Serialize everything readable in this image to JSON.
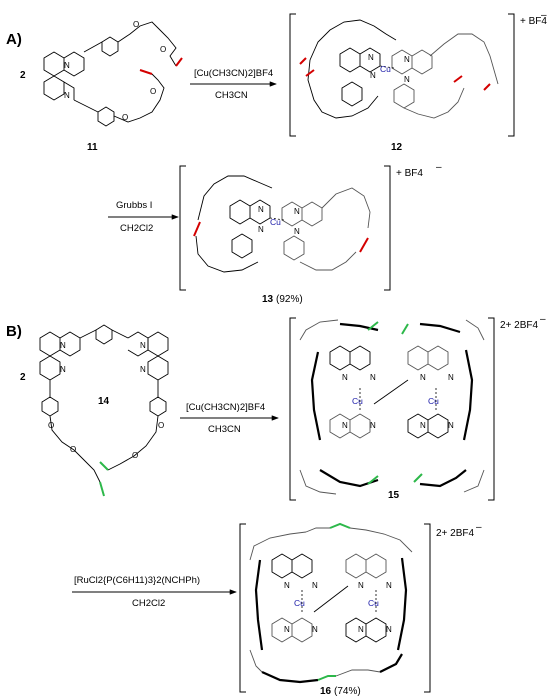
{
  "sectionA": {
    "label": "A)",
    "cmpd2": "2",
    "cmpd11": "11",
    "arrow1_top": "[Cu(CH3CN)2]BF4",
    "arrow1_bottom": "CH3CN",
    "cmpd12": "12",
    "charge12": "+  BF4",
    "arrow2_top": "Grubbs I",
    "arrow2_bottom": "CH2Cl2",
    "cmpd13": "13",
    "yield13": "(92%)",
    "charge13": "+  BF4"
  },
  "sectionB": {
    "label": "B)",
    "cmpd2": "2",
    "cmpd14": "14",
    "arrow1_top": "[Cu(CH3CN)2]BF4",
    "arrow1_bottom": "CH3CN",
    "cmpd15": "15",
    "charge15": "2+  2BF4",
    "arrow2_top": "[RuCl2{P(C6H11)3}2(NCHPh)",
    "arrow2_bottom": "CH2Cl2",
    "cmpd16": "16",
    "yield16": "(74%)",
    "charge16": "2+  2BF4"
  },
  "atoms": {
    "n": "N",
    "o": "O",
    "cu": "Cu",
    "minus": "–"
  },
  "colors": {
    "terminal_alkene_A": "#d40000",
    "terminal_alkene_B": "#2db84a",
    "copper": "#1a1aa8"
  }
}
